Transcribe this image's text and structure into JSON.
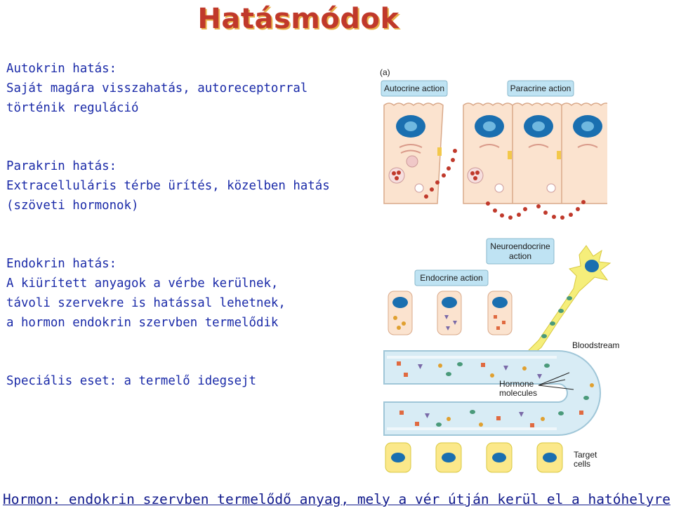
{
  "title": "Hatásmódok",
  "autokrin": [
    "Autokrin hatás:",
    "Saját magára visszahatás, autoreceptorral",
    "történik reguláció"
  ],
  "parakrin": [
    "Parakrin hatás:",
    "Extracelluláris térbe ürítés, közelben hatás",
    "(szöveti hormonok)"
  ],
  "endokrin": [
    "Endokrin hatás:",
    "A kiürített anyagok a vérbe kerülnek,",
    "távoli szervekre is hatással lehetnek,",
    "a hormon endokrin szervben termelődik"
  ],
  "specialis": "Speciális eset: a termelő idegsejt",
  "hormon_def": "Hormon: endokrin szervben termelődő anyag, mely a vér útján kerül el a hatóhelyre",
  "figure": {
    "panel_letter": "(a)",
    "autocrine": "Autocrine action",
    "paracrine": "Paracrine action",
    "endocrine": "Endocrine action",
    "neuroendocrine": [
      "Neuroendocrine",
      "action"
    ],
    "bloodstream": "Bloodstream",
    "hormone_molecules": [
      "Hormone",
      "molecules"
    ],
    "target_cells": [
      "Target",
      "cells"
    ]
  },
  "colors": {
    "title": "#c0392b",
    "text": "#1a2aa8",
    "label_box": "#bfe3f3",
    "cell_fill": "#fbe3cf",
    "nucleus": "#1a6fb0",
    "target_cell": "#fbe88a",
    "blood_vessel": "#d8ecf5"
  }
}
